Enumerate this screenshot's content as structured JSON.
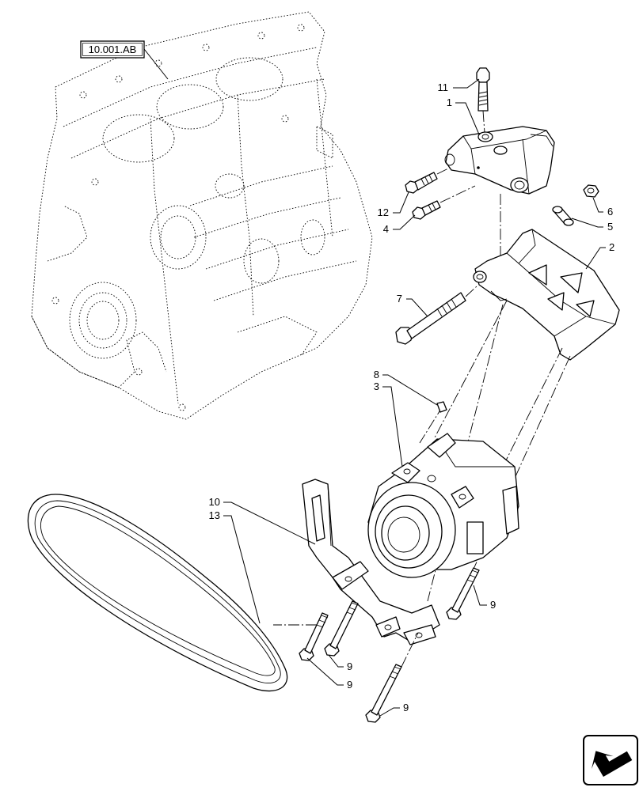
{
  "reference": {
    "label": "10.001.AB"
  },
  "callouts": [
    {
      "id": "c1",
      "text": "1"
    },
    {
      "id": "c2",
      "text": "2"
    },
    {
      "id": "c3",
      "text": "3"
    },
    {
      "id": "c4",
      "text": "4"
    },
    {
      "id": "c5",
      "text": "5"
    },
    {
      "id": "c6",
      "text": "6"
    },
    {
      "id": "c7",
      "text": "7"
    },
    {
      "id": "c8",
      "text": "8"
    },
    {
      "id": "c9a",
      "text": "9"
    },
    {
      "id": "c9b",
      "text": "9"
    },
    {
      "id": "c9c",
      "text": "9"
    },
    {
      "id": "c9d",
      "text": "9"
    },
    {
      "id": "c10",
      "text": "10"
    },
    {
      "id": "c11",
      "text": "11"
    },
    {
      "id": "c12",
      "text": "12"
    },
    {
      "id": "c13",
      "text": "13"
    }
  ],
  "nav": {
    "icon": "return-arrow-icon"
  },
  "colors": {
    "line": "#000000",
    "background": "#ffffff"
  }
}
